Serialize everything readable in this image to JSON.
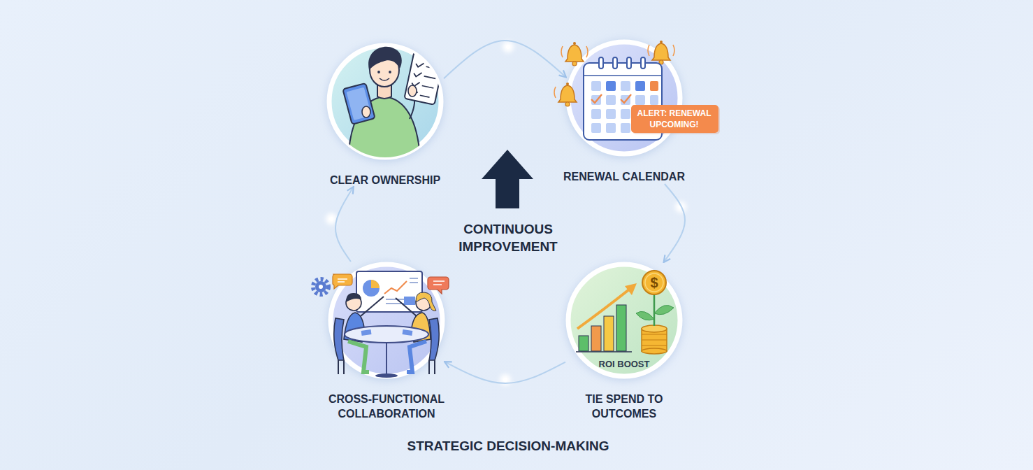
{
  "diagram": {
    "caption": "STRATEGIC DECISION-MAKING",
    "nodes": [
      {
        "text": [
          "CLEAR OWNERSHIP"
        ]
      },
      {
        "text": [
          "RENEWAL CALENDAR"
        ]
      },
      {
        "text": [
          "CROSS-FUNCTIONAL COLLABORATION"
        ]
      },
      {
        "text": [
          "TIE SPEND TO OUTCOMES"
        ]
      }
    ],
    "edges": [
      {
        "from": 0,
        "to": 1,
        "arrow": "to"
      },
      {
        "from": 1,
        "to": 3,
        "arrow": "to"
      },
      {
        "from": 3,
        "to": 2,
        "arrow": "to"
      },
      {
        "from": 2,
        "to": 0,
        "arrow": "to"
      }
    ],
    "labels": [
      "CONTINUOUS IMPROVEMENT",
      "ALERT: RENEWAL UPCOMING!",
      "$",
      "ROI BOOST"
    ]
  }
}
